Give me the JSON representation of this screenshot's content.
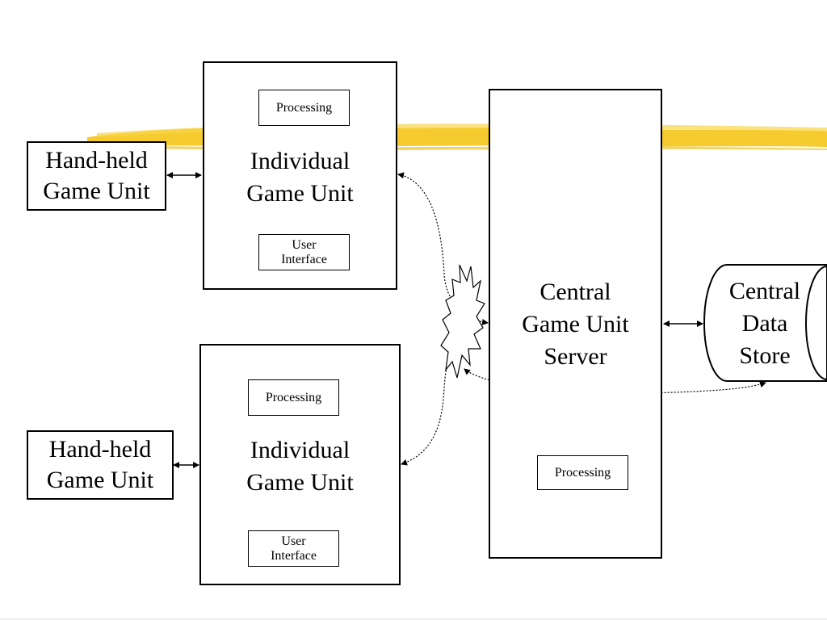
{
  "diagram": {
    "handheld_top": {
      "label": "Hand-held\nGame Unit"
    },
    "handheld_bottom": {
      "label": "Hand-held\nGame Unit"
    },
    "igu_top": {
      "label": "Individual\nGame Unit",
      "processing": "Processing",
      "ui": "User\nInterface"
    },
    "igu_bottom": {
      "label": "Individual\nGame Unit",
      "processing": "Processing",
      "ui": "User\nInterface"
    },
    "server": {
      "label": "Central\nGame Unit\nServer",
      "processing": "Processing"
    },
    "datastore": {
      "label": "Central\nData\nStore"
    }
  },
  "colors": {
    "highlight_band": "#f5c518",
    "stroke": "#000000"
  },
  "icons": {
    "wireless": "wireless-burst-icon"
  }
}
